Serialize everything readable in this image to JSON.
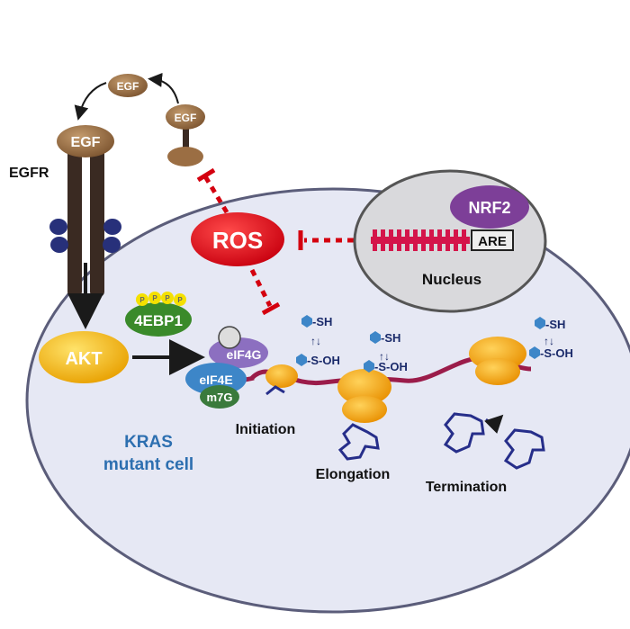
{
  "labels": {
    "egf_bound": "EGF",
    "egf_free_top": "EGF",
    "egf_free_right": "EGF",
    "egfr": "EGFR",
    "ros": "ROS",
    "nrf2": "NRF2",
    "are": "ARE",
    "nucleus": "Nucleus",
    "akt": "AKT",
    "fourebp1": "4EBP1",
    "phospho": "P",
    "eif4g": "eIF4G",
    "eif4e": "eIF4E",
    "m7g": "m7G",
    "sh_1": "-SH",
    "soh_1": "-S-OH",
    "sh_2": "-SH",
    "soh_2": "-S-OH",
    "sh_3": "-SH",
    "soh_3": "-S-OH",
    "initiation": "Initiation",
    "elongation": "Elongation",
    "termination": "Termination",
    "kras_line1": "KRAS",
    "kras_line2": "mutant cell"
  },
  "colors": {
    "cell_fill": "#e6e8f4",
    "cell_stroke": "#5b5d7a",
    "egf": "#a0754a",
    "receptor": "#3a2a22",
    "membrane_knob": "#27307a",
    "ros": "#e0001b",
    "inhibit": "#d4000f",
    "nucleus_fill": "#d9d9dc",
    "nrf2": "#7d3f98",
    "dna": "#d4144a",
    "akt": "#f7b500",
    "fourebp1": "#3a8a2a",
    "phospho": "#f4e000",
    "eif4g": "#8c6fc0",
    "eif4e": "#3d86c8",
    "m7g": "#3a7a3c",
    "mrna": "#9b1c4a",
    "ribosome": "#f6a800",
    "peptide": "#262e8a",
    "kras_text": "#2d6fb0",
    "arrow": "#1a1a1a"
  }
}
